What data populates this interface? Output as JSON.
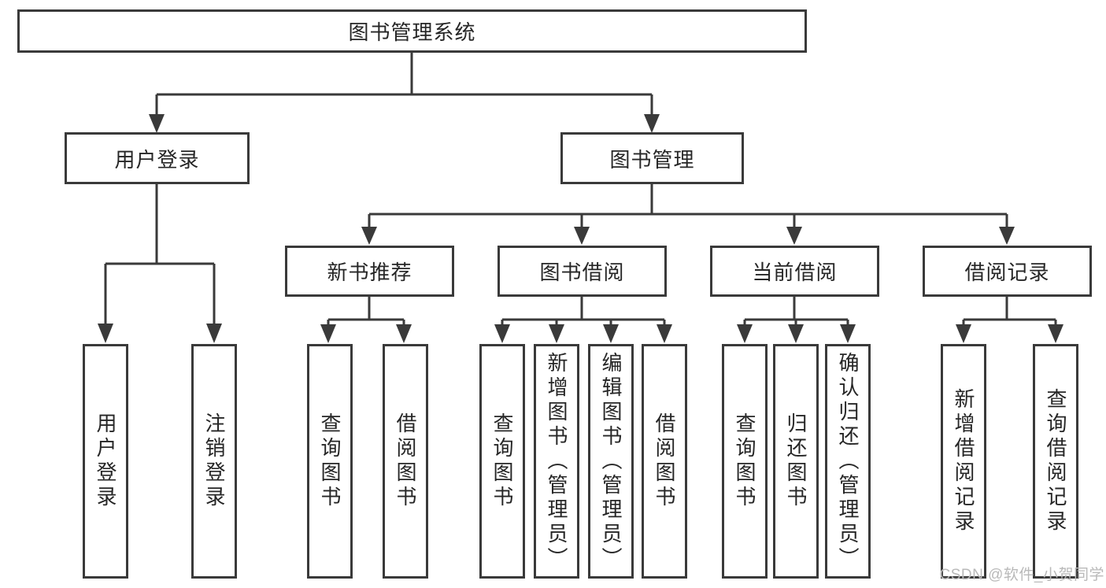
{
  "diagram": {
    "root": {
      "label": "图书管理系统"
    },
    "level2": [
      {
        "label": "用户登录",
        "children": [
          {
            "label": "用户登录"
          },
          {
            "label": "注销登录"
          }
        ]
      },
      {
        "label": "图书管理",
        "children": [
          {
            "label": "新书推荐",
            "children": [
              {
                "label": "查询图书"
              },
              {
                "label": "借阅图书"
              }
            ]
          },
          {
            "label": "图书借阅",
            "children": [
              {
                "label": "查询图书"
              },
              {
                "label": "新增图书（管理员）"
              },
              {
                "label": "编辑图书（管理员）"
              },
              {
                "label": "借阅图书"
              }
            ]
          },
          {
            "label": "当前借阅",
            "children": [
              {
                "label": "查询图书"
              },
              {
                "label": "归还图书"
              },
              {
                "label": "确认归还（管理员）"
              }
            ]
          },
          {
            "label": "借阅记录",
            "children": [
              {
                "label": "新增借阅记录"
              },
              {
                "label": "查询借阅记录"
              }
            ]
          }
        ]
      }
    ]
  },
  "watermark": "CSDN @软件_小贺同学",
  "colors": {
    "line": "#3a3a3a",
    "text": "#262626",
    "background": "#ffffff",
    "watermark": "#b9b9b9"
  }
}
